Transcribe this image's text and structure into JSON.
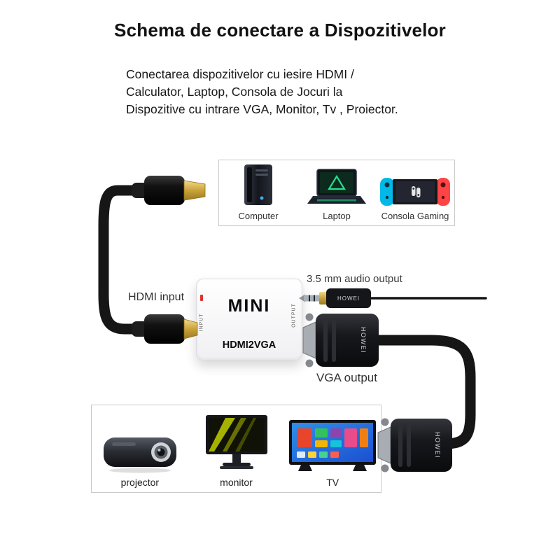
{
  "page": {
    "title": "Schema de conectare a Dispozitivelor"
  },
  "description": {
    "lines": [
      "Conectarea dispozitivelor cu iesire HDMI /",
      "Calculator, Laptop, Consola de Jocuri la",
      "Dispozitive cu intrare VGA, Monitor, Tv , Proiector."
    ]
  },
  "source_devices": {
    "items": [
      {
        "label": "Computer"
      },
      {
        "label": "Laptop"
      },
      {
        "label": "Consola Gaming"
      }
    ]
  },
  "converter": {
    "brand": "MINI",
    "model": "HDMI2VGA",
    "input_port_label": "INPUT",
    "output_port_label": "OUTPUT"
  },
  "connections": {
    "hdmi_input_label": "HDMI input",
    "audio_output_label": "3.5 mm audio output",
    "vga_output_label": "VGA output"
  },
  "cable": {
    "brand": "HOWEI"
  },
  "output_devices": {
    "items": [
      {
        "label": "projector"
      },
      {
        "label": "monitor"
      },
      {
        "label": "TV"
      }
    ]
  },
  "colors": {
    "joycon_blue": "#00b9e8",
    "joycon_red": "#fe4444",
    "laptop_accent_green": "#27e08a",
    "monitor_streak_yellow": "#b7c400",
    "tv_screen_blue": "#2f8fe8",
    "hdmi_gold": "#caa23a",
    "led_red": "#e03131"
  }
}
